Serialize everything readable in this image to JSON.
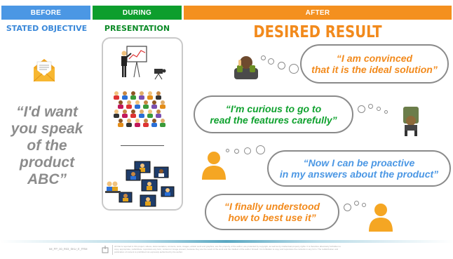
{
  "headers": {
    "before": "BEFORE",
    "during": "DURING",
    "after": "AFTER"
  },
  "subtitles": {
    "stated_objective": "STATED OBJECTIVE",
    "presentation": "PRESENTATION",
    "desired_result": "DESIRED RESULT"
  },
  "before_quote": [
    "“I'd want",
    "you speak",
    "of the",
    "product",
    "ABC”"
  ],
  "bubbles": [
    {
      "lines": [
        "“I am convinced",
        "that it is the ideal solution”"
      ],
      "color": "#f28a1c"
    },
    {
      "lines": [
        "“I'm curious to go to",
        "read the features carefully”"
      ],
      "color": "#10a22f"
    },
    {
      "lines": [
        "“Now I can be proactive",
        "in my answers about the product”"
      ],
      "color": "#4b97e4"
    },
    {
      "lines": [
        "“I finally understood",
        "how to best use it”"
      ],
      "color": "#f28a1c"
    }
  ],
  "footer": {
    "doc_id": "IM_PP_00_R03_SKU_E_FRM",
    "legal": "All that is reported in this project, videos, documentation, contents, texts, images, artistic work and graphics, are the property of the author, are protected by copyright, as well as by intellectual property rights. It is therefore absolutely forbidden to copy, appropriate, redistribute, reproduce any form, content or image present, because they are the result of the work and the intellect of the author himself. It is forbidden to copy and reproduce the contents in any form.    The redistribution and publication of content is prohibited not expressly authorized by the author."
  },
  "colors": {
    "before": "#4b97e4",
    "during": "#0d9e2d",
    "after": "#f4901f"
  },
  "icons": [
    "envelope-icon",
    "presenter-icon",
    "crowd-icon",
    "video-conference-icon",
    "person-icon",
    "thumbs-up-icon"
  ]
}
